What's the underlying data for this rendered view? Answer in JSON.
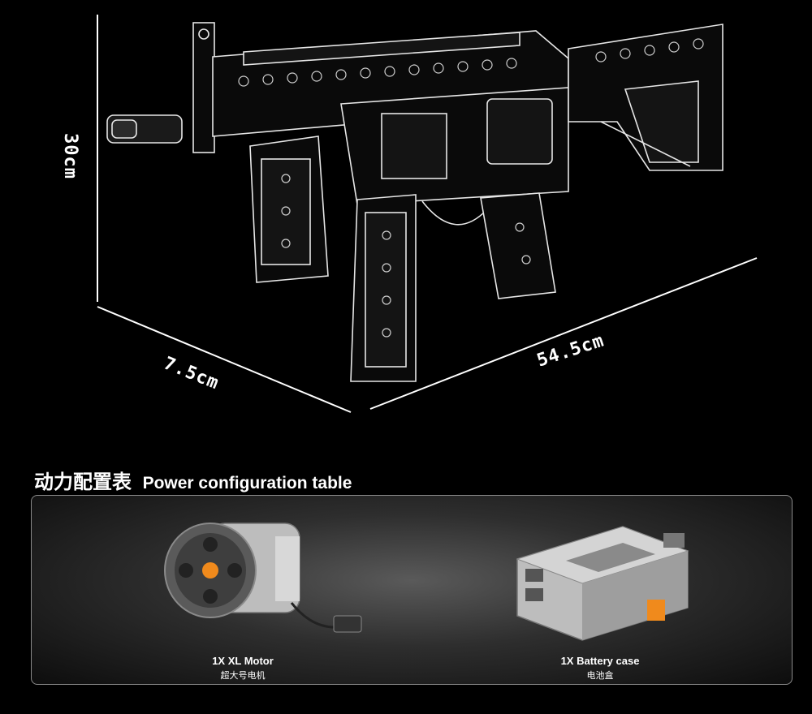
{
  "dimensions": {
    "height": "30cm",
    "depth": "7.5cm",
    "length": "54.5cm"
  },
  "section": {
    "title_cn": "动力配置表",
    "title_en": "Power configuration table"
  },
  "items": [
    {
      "name": "1X XL Motor",
      "name_cn": "超大号电机"
    },
    {
      "name": "1X Battery case",
      "name_cn": "电池盒"
    }
  ],
  "colors": {
    "background": "#000000",
    "outline": "#ffffff",
    "accent": "#f08a1c",
    "panel_border": "#8a8a8a"
  }
}
